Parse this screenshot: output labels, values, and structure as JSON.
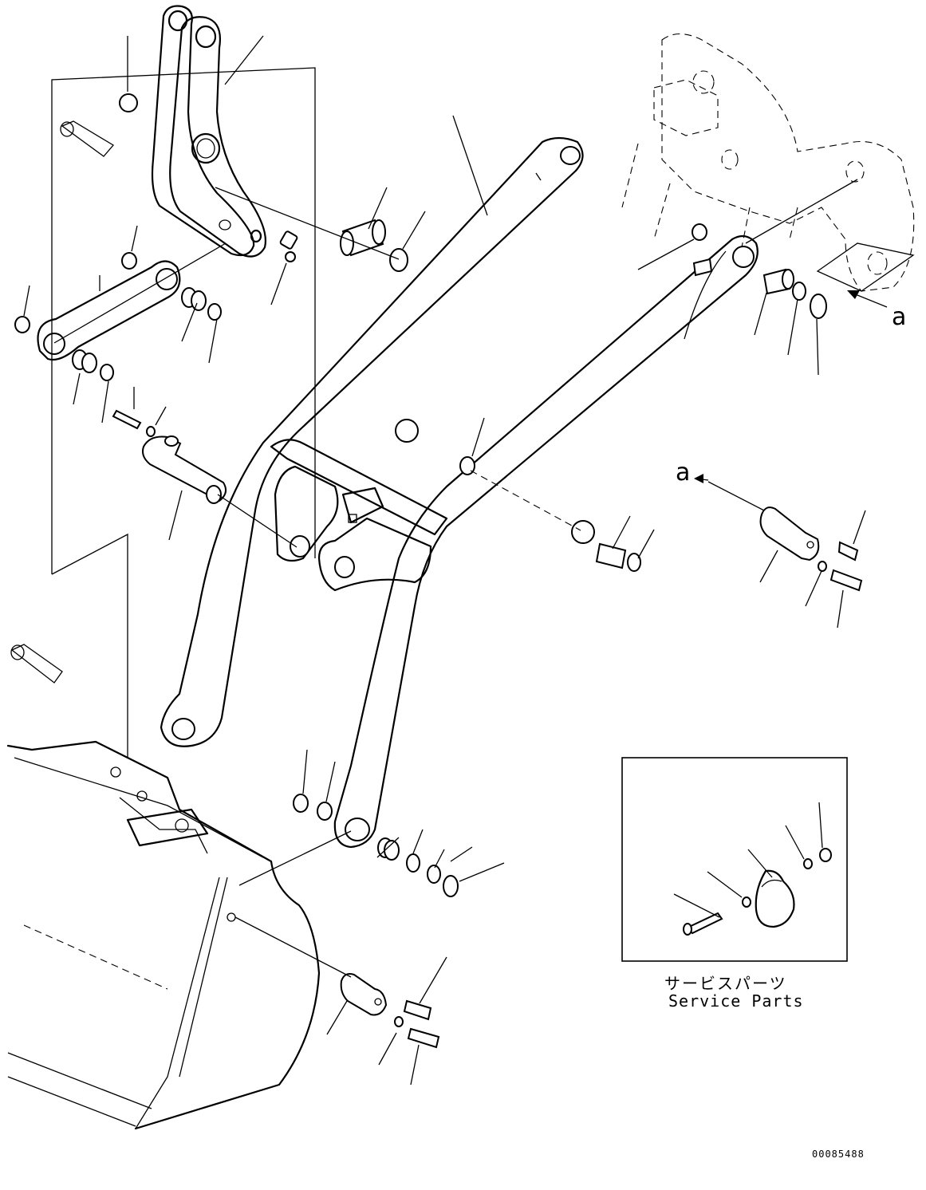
{
  "labels": {
    "arrow_ref_right": "a",
    "arrow_ref_left": "a",
    "service_parts_jp": "サービスパーツ",
    "service_parts_en": "Service Parts",
    "drawing_number": "00085488"
  }
}
